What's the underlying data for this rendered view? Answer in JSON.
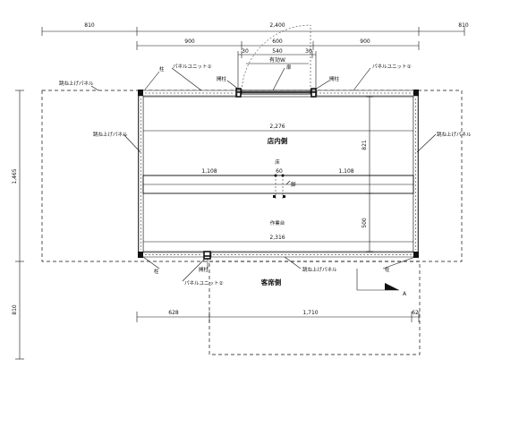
{
  "dimensions": {
    "top_left_810": "810",
    "top_total": "2,400",
    "top_right_810": "810",
    "top_900_left": "900",
    "top_600": "600",
    "top_900_right": "900",
    "top_30_left": "30",
    "top_540": "540",
    "top_30_right": "30",
    "opening": "有効W",
    "inner_2276": "2,276",
    "left_1108": "1,108",
    "center_60": "60",
    "right_1108": "1,108",
    "inner_2316": "2,316",
    "vert_821": "821",
    "vert_500": "500",
    "left_1465": "1,465",
    "left_810": "810",
    "bottom_628": "628",
    "bottom_1710": "1,710",
    "bottom_62": "62"
  },
  "labels": {
    "panel_unit_1_left": "パネルユニット①",
    "panel_unit_1_right": "パネルユニット①",
    "panel_unit_2": "パネルユニット②",
    "flip_panel_top": "跳ね上げパネル",
    "flip_panel_left": "跳ね上げパネル",
    "flip_panel_right": "跳ね上げパネル",
    "flip_panel_bottom": "跳ね上げパネル",
    "post_tl": "柱",
    "post_bl": "柱",
    "post_br": "柱",
    "door_post_top_left": "開柱",
    "door_post_top_right": "開柱",
    "door_post_bottom": "開柱",
    "door": "扉",
    "floor": "床",
    "counter": "作業台",
    "pillar_mid": "脚",
    "section_mark": "A"
  },
  "rooms": {
    "kitchen_side": "店内側",
    "guest_side": "客席側"
  }
}
